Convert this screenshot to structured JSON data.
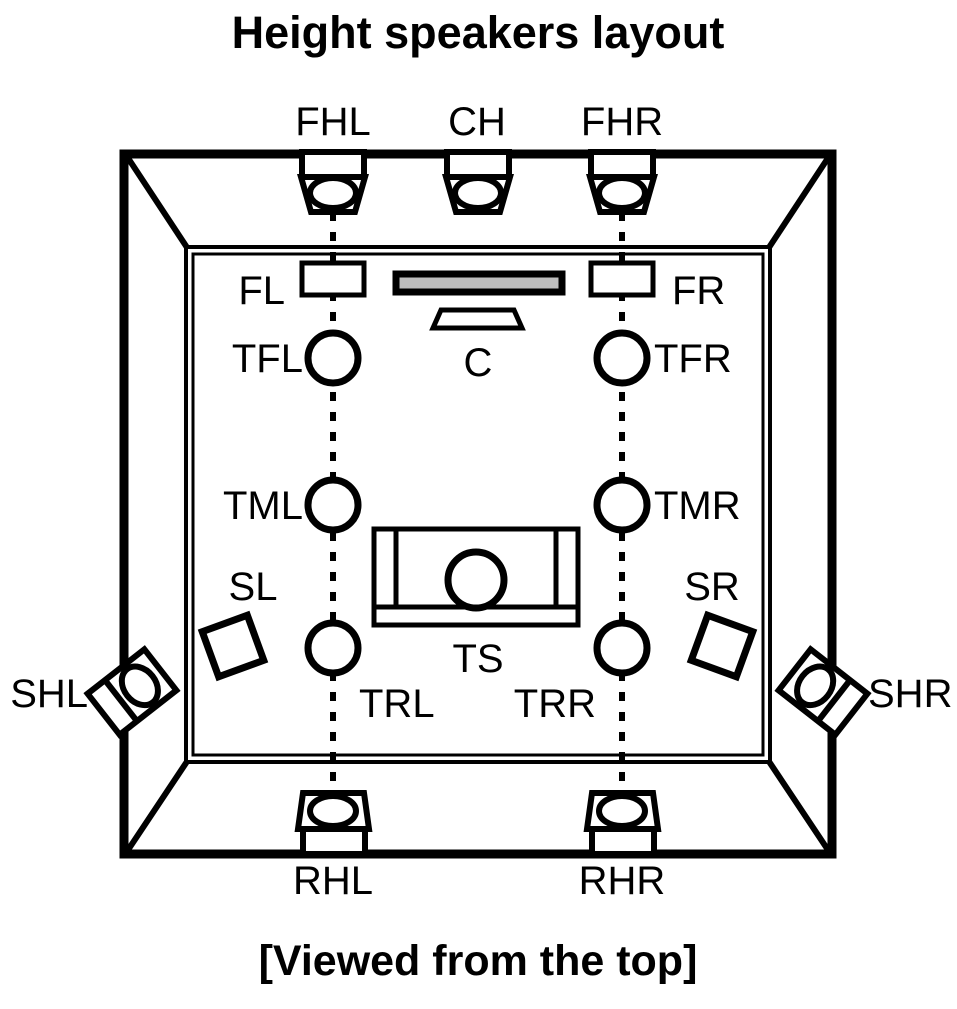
{
  "page": {
    "title": "Height speakers layout",
    "caption": "[Viewed from the top]",
    "background_color": "#ffffff",
    "ink_color": "#000000",
    "screen_fill_color": "#bebebe"
  },
  "labels": {
    "fhl": "FHL",
    "ch": "CH",
    "fhr": "FHR",
    "fl": "FL",
    "fr": "FR",
    "tfl": "TFL",
    "tfr": "TFR",
    "c": "C",
    "tml": "TML",
    "tmr": "TMR",
    "sl": "SL",
    "sr": "SR",
    "ts": "TS",
    "trl": "TRL",
    "trr": "TRR",
    "shl": "SHL",
    "shr": "SHR",
    "rhl": "RHL",
    "rhr": "RHR"
  },
  "speakers": [
    {
      "id": "FHL",
      "label": "FHL",
      "type": "ceiling-front-height",
      "shape": "trapezoid-with-oval",
      "position": "front-wall-left"
    },
    {
      "id": "CH",
      "label": "CH",
      "type": "ceiling-center-height",
      "shape": "trapezoid-with-oval",
      "position": "front-wall-center"
    },
    {
      "id": "FHR",
      "label": "FHR",
      "type": "ceiling-front-height",
      "shape": "trapezoid-with-oval",
      "position": "front-wall-right"
    },
    {
      "id": "FL",
      "label": "FL",
      "type": "front-left",
      "shape": "rectangle",
      "position": "inner-front-left"
    },
    {
      "id": "FR",
      "label": "FR",
      "type": "front-right",
      "shape": "rectangle",
      "position": "inner-front-right"
    },
    {
      "id": "C",
      "label": "C",
      "type": "center",
      "shape": "trapezoid",
      "position": "inner-front-center"
    },
    {
      "id": "TFL",
      "label": "TFL",
      "type": "top-front-left",
      "shape": "circle",
      "position": "ceiling-front-left"
    },
    {
      "id": "TFR",
      "label": "TFR",
      "type": "top-front-right",
      "shape": "circle",
      "position": "ceiling-front-right"
    },
    {
      "id": "TML",
      "label": "TML",
      "type": "top-middle-left",
      "shape": "circle",
      "position": "ceiling-middle-left"
    },
    {
      "id": "TMR",
      "label": "TMR",
      "type": "top-middle-right",
      "shape": "circle",
      "position": "ceiling-middle-right"
    },
    {
      "id": "TRL",
      "label": "TRL",
      "type": "top-rear-left",
      "shape": "circle",
      "position": "ceiling-rear-left"
    },
    {
      "id": "TRR",
      "label": "TRR",
      "type": "top-rear-right",
      "shape": "circle",
      "position": "ceiling-rear-right"
    },
    {
      "id": "SL",
      "label": "SL",
      "type": "surround-left",
      "shape": "diamond",
      "position": "side-left"
    },
    {
      "id": "SR",
      "label": "SR",
      "type": "surround-right",
      "shape": "diamond",
      "position": "side-right"
    },
    {
      "id": "SHL",
      "label": "SHL",
      "type": "surround-height-left",
      "shape": "tilted-box-with-oval",
      "position": "outer-wall-left"
    },
    {
      "id": "SHR",
      "label": "SHR",
      "type": "surround-height-right",
      "shape": "tilted-box-with-oval",
      "position": "outer-wall-right"
    },
    {
      "id": "RHL",
      "label": "RHL",
      "type": "rear-height-left",
      "shape": "trapezoid-with-oval",
      "position": "rear-wall-left"
    },
    {
      "id": "RHR",
      "label": "RHR",
      "type": "rear-height-right",
      "shape": "trapezoid-with-oval",
      "position": "rear-wall-right"
    }
  ],
  "furniture": [
    {
      "id": "screen",
      "label": "",
      "type": "projection-screen",
      "shape": "filled-bar",
      "fill": "#bebebe"
    },
    {
      "id": "TS",
      "label": "TS",
      "type": "listening-seat-sofa",
      "shape": "sofa-with-head-circle"
    }
  ],
  "guide_lines": [
    {
      "id": "left-dotted",
      "style": "dotted",
      "from": "FHL",
      "to": "RHL"
    },
    {
      "id": "right-dotted",
      "style": "dotted",
      "from": "FHR",
      "to": "RHR"
    }
  ]
}
